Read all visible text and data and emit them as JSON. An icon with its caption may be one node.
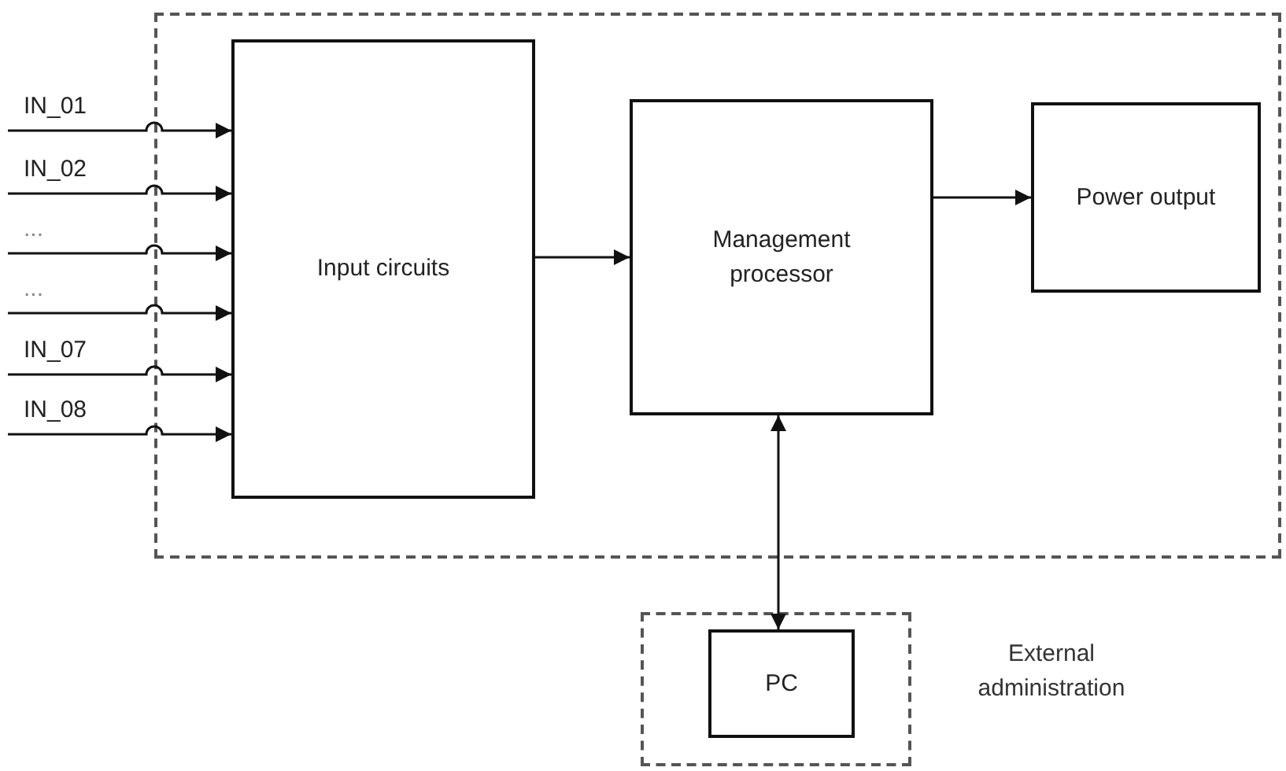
{
  "diagram": {
    "nodes": [
      {
        "text": [],
        "shape": "box"
      },
      {
        "text": [
          "Input circuits"
        ],
        "in": 0
      },
      {
        "text": [
          "Management processor"
        ],
        "in": 0
      },
      {
        "text": [
          "Power output"
        ],
        "in": 0
      },
      {
        "text": [],
        "shape": "box",
        "beside": [
          "External administration"
        ]
      },
      {
        "text": [
          "PC"
        ],
        "in": 4
      }
    ],
    "edges": [
      {
        "from": null,
        "to": 1,
        "arrow": "to",
        "label": "IN_01"
      },
      {
        "from": null,
        "to": 1,
        "arrow": "to",
        "label": "IN_02"
      },
      {
        "from": null,
        "to": 1,
        "arrow": "to",
        "label": "..."
      },
      {
        "from": null,
        "to": 1,
        "arrow": "to",
        "label": "..."
      },
      {
        "from": null,
        "to": 1,
        "arrow": "to",
        "label": "IN_07"
      },
      {
        "from": null,
        "to": 1,
        "arrow": "to",
        "label": "IN_08"
      },
      {
        "from": 1,
        "to": 2,
        "arrow": "to"
      },
      {
        "from": 2,
        "to": 3,
        "arrow": "to"
      },
      {
        "from": 2,
        "to": 5,
        "arrow": "both"
      }
    ]
  }
}
